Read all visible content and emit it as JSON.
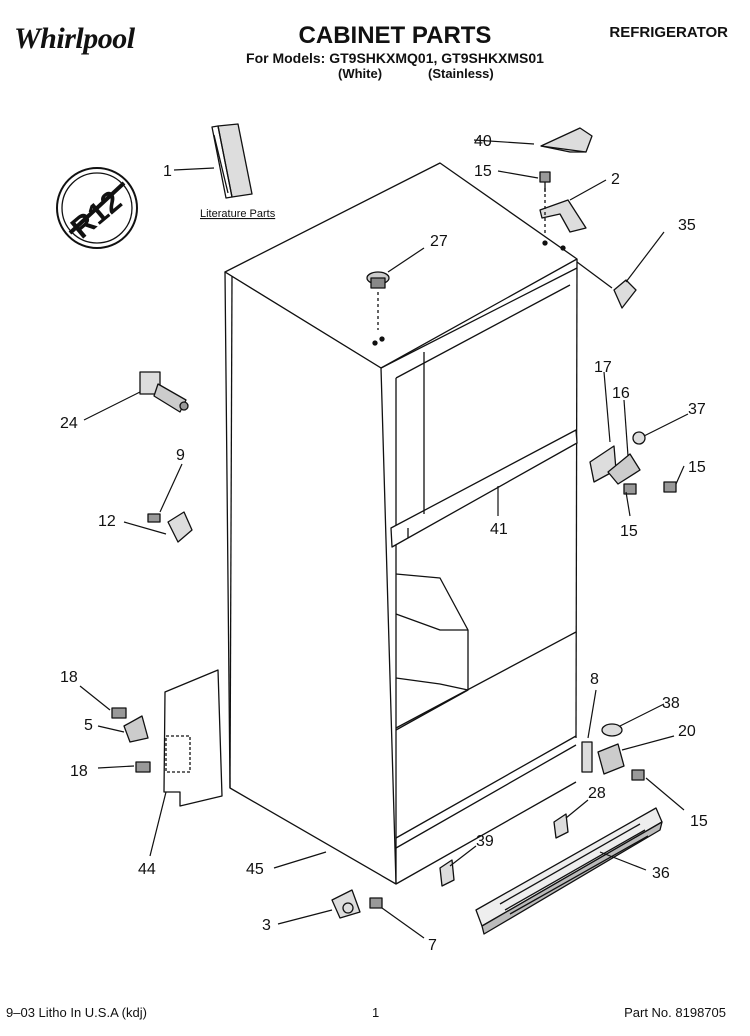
{
  "header": {
    "brand": "Whirlpool",
    "title": "CABINET PARTS",
    "models_line": "For Models: GT9SHKXMQ01, GT9SHKXMS01",
    "variant_1": "(White)",
    "variant_2": "(Stainless)",
    "category": "REFRIGERATOR"
  },
  "diagram": {
    "badge_text": "R12",
    "literature_label": "Literature Parts",
    "callouts": [
      "1",
      "2",
      "3",
      "5",
      "7",
      "8",
      "9",
      "12",
      "15",
      "15",
      "15",
      "15",
      "16",
      "17",
      "18",
      "18",
      "20",
      "24",
      "27",
      "28",
      "35",
      "36",
      "37",
      "38",
      "39",
      "40",
      "41",
      "44",
      "45"
    ]
  },
  "footer": {
    "litho": "9–03 Litho In U.S.A (kdj)",
    "page": "1",
    "part_no": "Part No. 8198705"
  }
}
